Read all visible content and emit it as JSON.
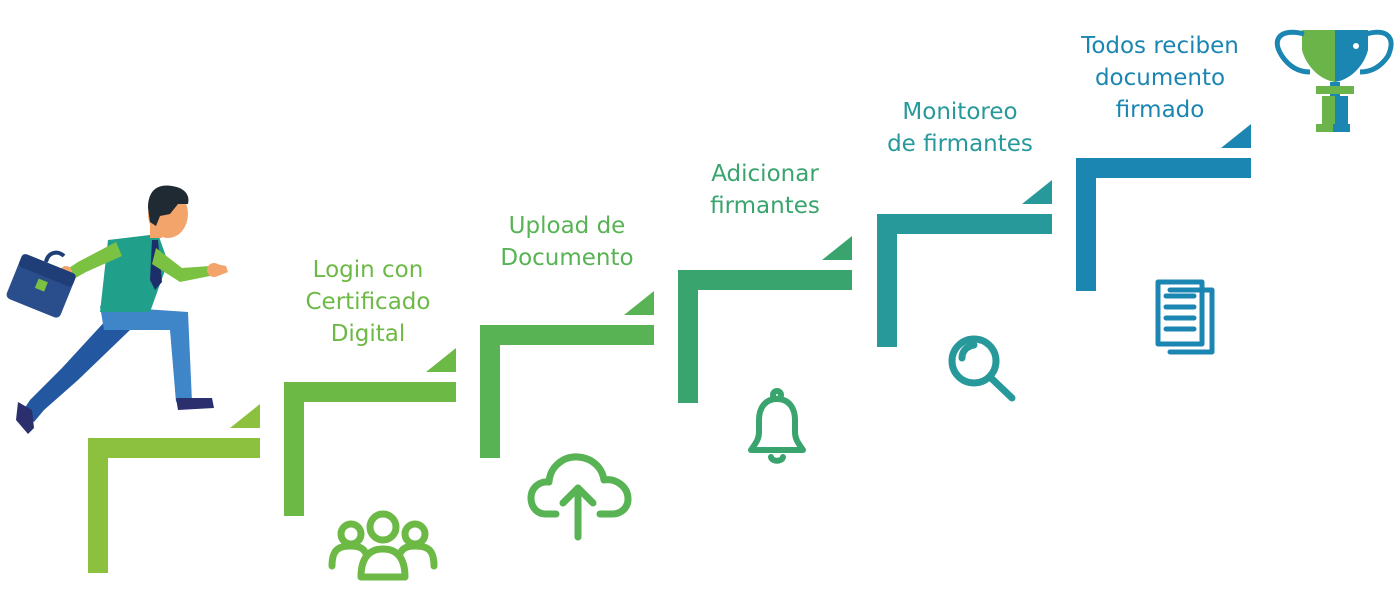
{
  "colors": {
    "step1": "#8cc03f",
    "step2": "#6db945",
    "step3": "#57b354",
    "step4": "#3aa46e",
    "step5": "#27999a",
    "step6": "#1b86b1",
    "trophy_green": "#6ab44a",
    "trophy_blue": "#1b86b1"
  },
  "steps": [
    {
      "lines": [],
      "icon": null,
      "color_key": "step1"
    },
    {
      "lines": [
        "Login con",
        "Certificado",
        "Digital"
      ],
      "icon": "users-group-icon",
      "color_key": "step2"
    },
    {
      "lines": [
        "Upload de",
        "Documento"
      ],
      "icon": "cloud-upload-icon",
      "color_key": "step3"
    },
    {
      "lines": [
        "Adicionar",
        "firmantes"
      ],
      "icon": "bell-icon",
      "color_key": "step4"
    },
    {
      "lines": [
        "Monitoreo",
        "de firmantes"
      ],
      "icon": "magnifier-icon",
      "color_key": "step5"
    },
    {
      "lines": [
        "Todos reciben",
        "documento",
        "firmado"
      ],
      "icon": "documents-icon",
      "color_key": "step6"
    }
  ],
  "figure": {
    "name": "businessman-running-figure",
    "icon": "briefcase-icon"
  },
  "goal": {
    "icon": "trophy-icon"
  }
}
